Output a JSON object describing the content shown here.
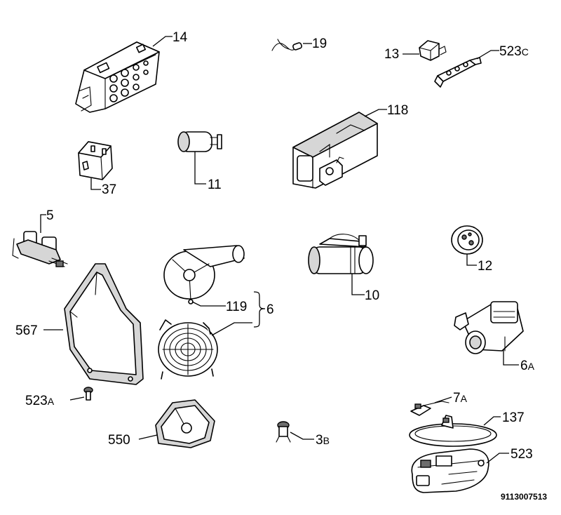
{
  "labels": {
    "p14": "14",
    "p19": "19",
    "p13": "13",
    "p523c_num": "523",
    "p523c_suffix": "C",
    "p118": "118",
    "p37": "37",
    "p11": "11",
    "p5": "5",
    "p12": "12",
    "p10": "10",
    "p119": "119",
    "p6": "6",
    "p567": "567",
    "p6a_num": "6",
    "p6a_suffix": "A",
    "p523a_num": "523",
    "p523a_suffix": "A",
    "p7a_num": "7",
    "p7a_suffix": "A",
    "p137": "137",
    "p550": "550",
    "p3b_num": "3",
    "p3b_suffix": "B",
    "p523": "523"
  },
  "document_number": "9113007513"
}
